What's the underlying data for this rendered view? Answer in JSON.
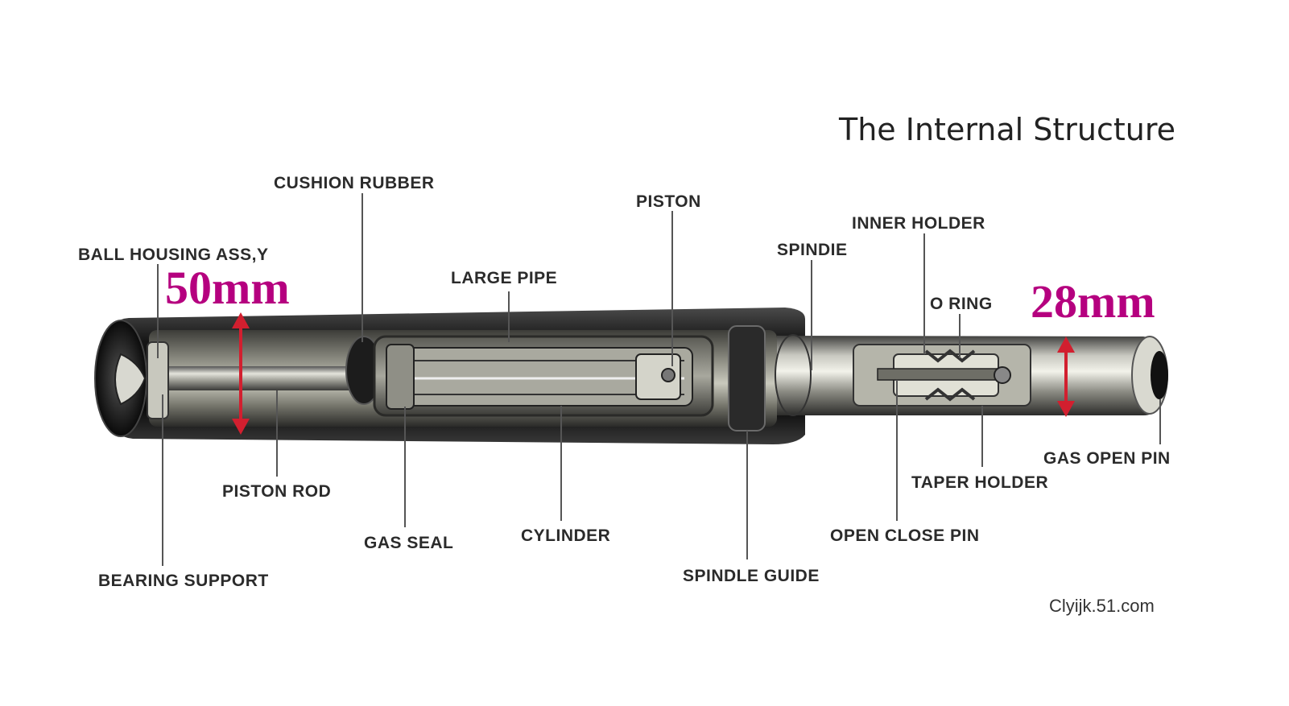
{
  "title": "The Internal Structure",
  "credit": "Clyijk.51.com",
  "dimensions": {
    "large": "50mm",
    "small": "28mm"
  },
  "labels": {
    "ball_housing": "BALL HOUSING ASS,Y",
    "cushion_rubber": "CUSHION RUBBER",
    "large_pipe": "LARGE PIPE",
    "piston": "PISTON",
    "spindie": "SPINDIE",
    "inner_holder": "INNER HOLDER",
    "o_ring": "O RING",
    "piston_rod": "PISTON ROD",
    "gas_seal": "GAS SEAL",
    "cylinder": "CYLINDER",
    "spindle_guide": "SPINDLE GUIDE",
    "bearing_support": "BEARING SUPPORT",
    "open_close_pin": "OPEN CLOSE PIN",
    "taper_holder": "TAPER HOLDER",
    "gas_open_pin": "GAS OPEN PIN"
  },
  "colors": {
    "dimension": "#b5007f",
    "arrow": "#d21f2f",
    "casing": "#1a1a1a"
  }
}
